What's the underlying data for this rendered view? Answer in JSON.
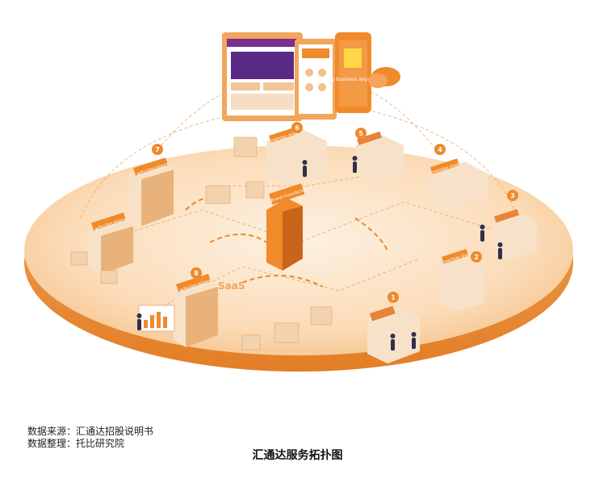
{
  "colors": {
    "platform_top": "#fcd8b2",
    "platform_edge": "#ef9a48",
    "accent": "#f08a2a",
    "route": "#e8892e",
    "building_light": "#f7e2c9",
    "building_dark": "#e9b27a"
  },
  "diagram": {
    "signs": [
      "wholesalers",
      "wholesalers",
      "wholesalers",
      "SaaS",
      "member shop",
      "member shop",
      "member shop",
      "Brand manufacturers",
      "Easy business anywhere"
    ],
    "pins": [
      "1",
      "2",
      "3",
      "4",
      "5",
      "6",
      "7",
      "8"
    ],
    "devices": [
      "website-screen",
      "tablet-screen",
      "mobile-app-screen",
      "cloud-icon"
    ]
  },
  "footer": {
    "source_line": "数据来源：汇通达招股说明书",
    "compiler_line": "数据整理：托比研究院",
    "caption": "汇通达服务拓扑图"
  }
}
